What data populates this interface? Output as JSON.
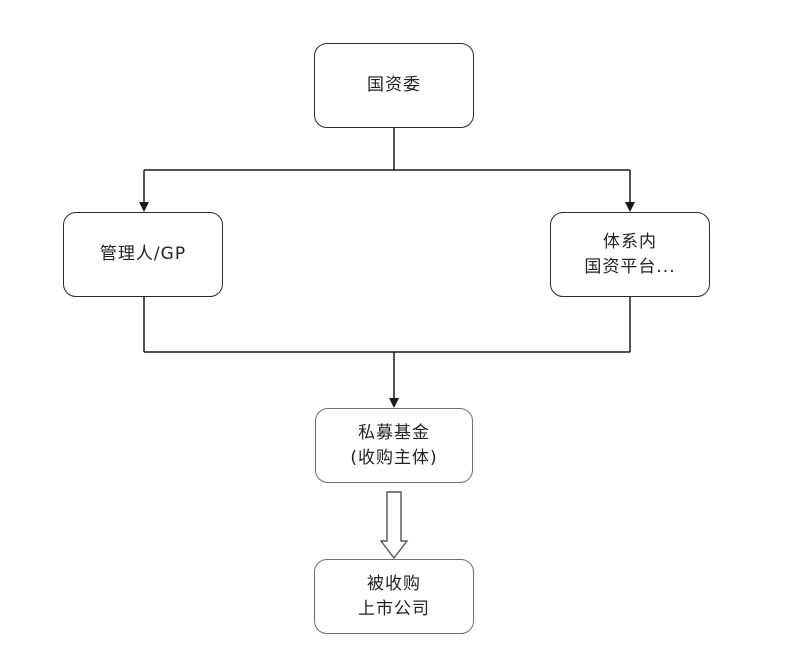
{
  "diagram": {
    "nodes": {
      "top": {
        "line1": "国资委"
      },
      "left": {
        "line1": "管理人/GP"
      },
      "right": {
        "line1": "体系内",
        "line2": "国资平台..."
      },
      "fund": {
        "line1": "私募基金",
        "line2": "(收购主体)"
      },
      "target": {
        "line1": "被收购",
        "line2": "上市公司"
      }
    },
    "colors": {
      "line": "#1a1a1a",
      "border": "#2b2b2b",
      "text": "#222222",
      "hollow_arrow": "#555555"
    }
  }
}
